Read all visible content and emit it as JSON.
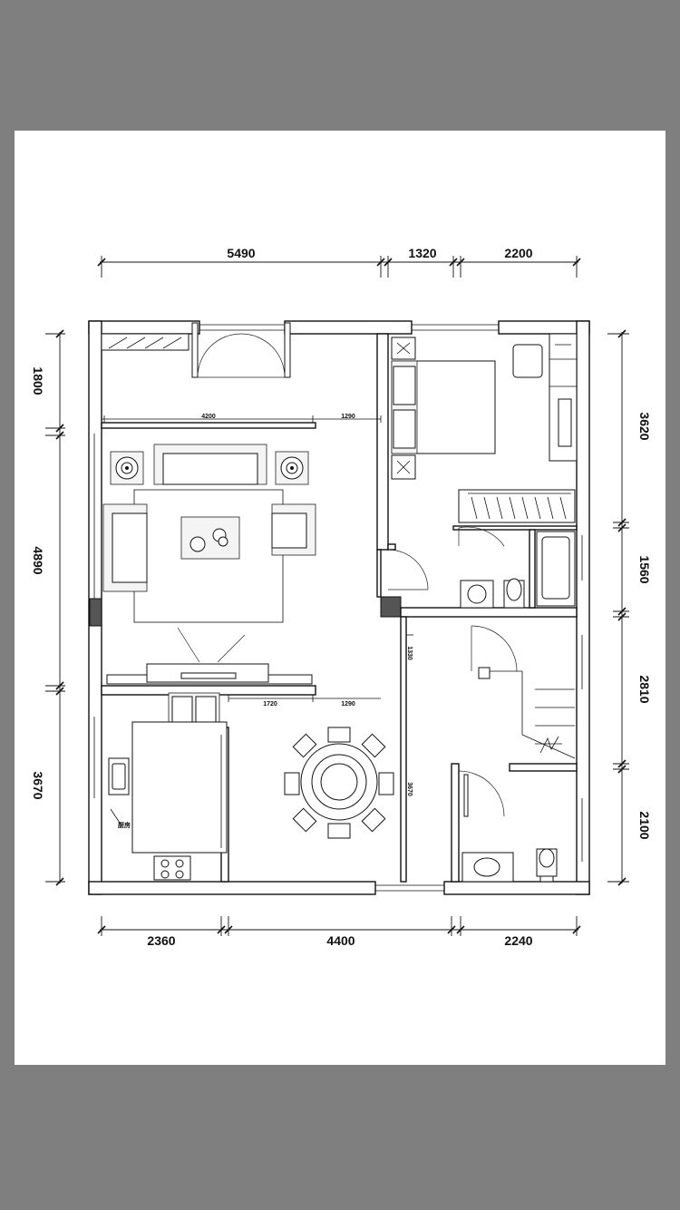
{
  "drawing": {
    "top_dims": [
      "5490",
      "1320",
      "2200"
    ],
    "bottom_dims": [
      "2360",
      "4400",
      "2240"
    ],
    "left_dims": [
      "1800",
      "4890",
      "3670"
    ],
    "right_dims": [
      "3620",
      "1560",
      "2810",
      "2100"
    ],
    "inner_dims": {
      "living_a": "4200",
      "living_b": "1290",
      "dining_a": "1720",
      "dining_b": "1290",
      "corridor_v": "1330",
      "dining_v": "3670"
    },
    "kitchen_label": "厨房"
  }
}
